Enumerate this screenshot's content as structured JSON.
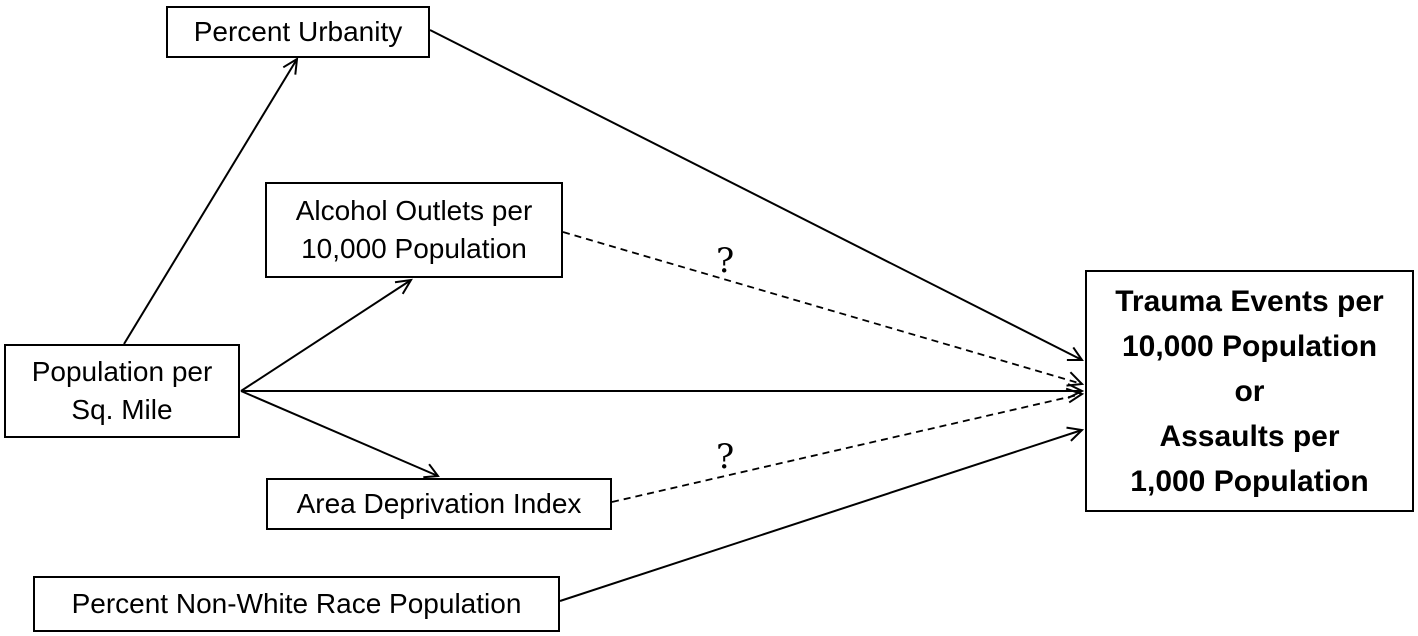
{
  "diagram": {
    "nodes": {
      "percent_urbanity": "Percent Urbanity",
      "alcohol_outlets": "Alcohol Outlets per\n10,000 Population",
      "population_density": "Population per\nSq. Mile",
      "area_deprivation": "Area Deprivation Index",
      "non_white": "Percent Non-White Race Population",
      "outcome": "Trauma Events per\n10,000 Population\nor\nAssaults per\n1,000 Population"
    },
    "edges": [
      {
        "from": "population_density",
        "to": "percent_urbanity",
        "style": "solid"
      },
      {
        "from": "population_density",
        "to": "alcohol_outlets",
        "style": "solid"
      },
      {
        "from": "population_density",
        "to": "area_deprivation",
        "style": "solid"
      },
      {
        "from": "population_density",
        "to": "outcome",
        "style": "solid"
      },
      {
        "from": "percent_urbanity",
        "to": "outcome",
        "style": "solid"
      },
      {
        "from": "non_white",
        "to": "outcome",
        "style": "solid"
      },
      {
        "from": "alcohol_outlets",
        "to": "outcome",
        "style": "dashed",
        "label": "?"
      },
      {
        "from": "area_deprivation",
        "to": "outcome",
        "style": "dashed",
        "label": "?"
      }
    ],
    "colors": {
      "line": "#000000",
      "box_border": "#000000",
      "background": "#ffffff"
    }
  }
}
